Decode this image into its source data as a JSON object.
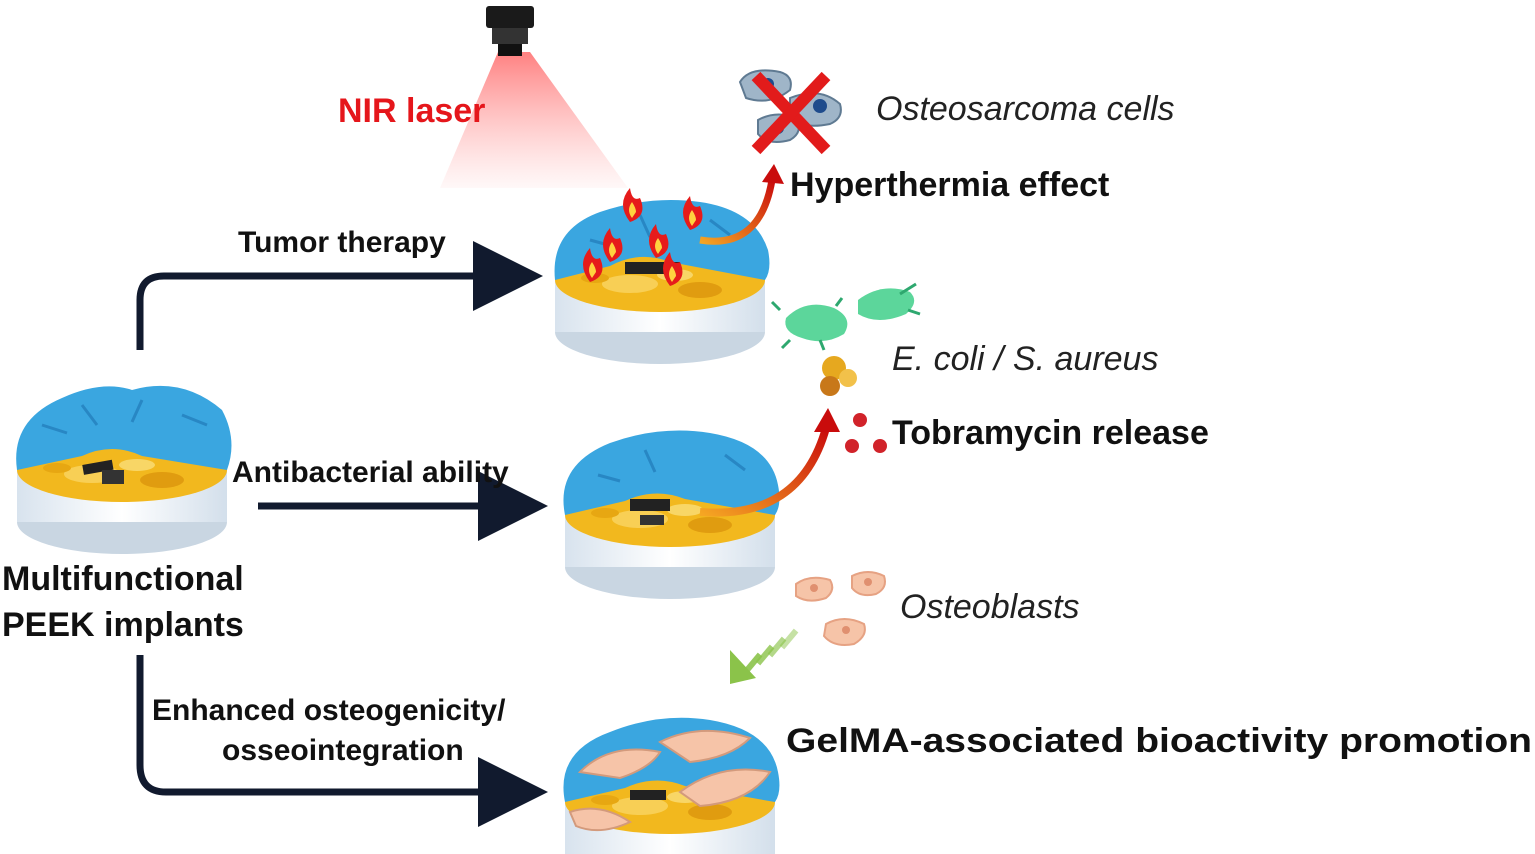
{
  "labels": {
    "nir_laser": "NIR laser",
    "osteosarcoma_cells": "Osteosarcoma cells",
    "hyperthermia_effect": "Hyperthermia effect",
    "tumor_therapy": "Tumor therapy",
    "ecoli_saureus": "E. coli / S. aureus",
    "tobramycin_release": "Tobramycin release",
    "antibacterial_ability": "Antibacterial ability",
    "multifunctional_line1": "Multifunctional",
    "multifunctional_line2": "PEEK implants",
    "osteoblasts": "Osteoblasts",
    "enhanced_line1": "Enhanced osteogenicity/",
    "enhanced_line2": "osseointegration",
    "gelma_promotion": "GelMA-associated bioactivity promotion"
  },
  "colors": {
    "gelma_blue": "#3aa6e0",
    "peek_yellow": "#f2b81e",
    "dish_white": "#eef4f9",
    "arrow_dark": "#111a2e",
    "accent_red": "#d81818",
    "laser_red": "#ff6a6a",
    "bacteria_green": "#3fcf8a",
    "osteoblast_peach": "#f6c4a8",
    "guide_green": "#8bc34a"
  },
  "icons": [
    "laser-icon",
    "osteosarcoma-cell-icon",
    "cross-icon",
    "flame-icon",
    "bacteria-icon",
    "tobramycin-dot-icon",
    "osteoblast-icon",
    "implant-dish-icon"
  ]
}
